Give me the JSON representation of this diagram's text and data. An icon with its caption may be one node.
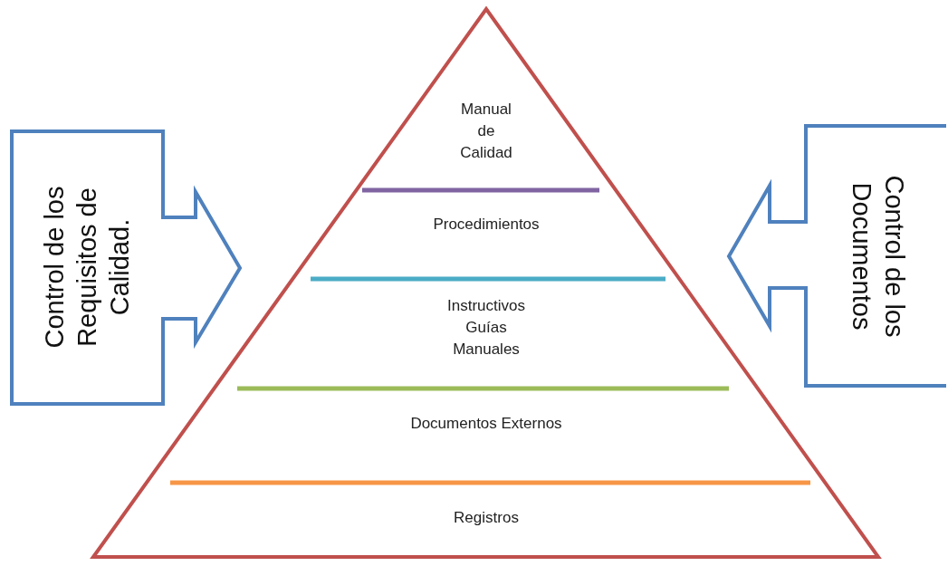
{
  "diagram": {
    "nodes": [
      {
        "text": [],
        "shape": "triangle"
      },
      {
        "text": [
          "Manual de Calidad"
        ],
        "in": 0
      },
      {
        "text": [
          "Procedimientos"
        ],
        "in": 0
      },
      {
        "text": [
          "Instructivos Guías Manuales"
        ],
        "in": 0
      },
      {
        "text": [
          "Documentos Externos"
        ],
        "in": 0
      },
      {
        "text": [
          "Registros"
        ],
        "in": 0
      },
      {
        "text": [
          "Control de los Requisitos de Calidad."
        ]
      },
      {
        "text": [
          "Control de los Documentos"
        ]
      }
    ]
  }
}
